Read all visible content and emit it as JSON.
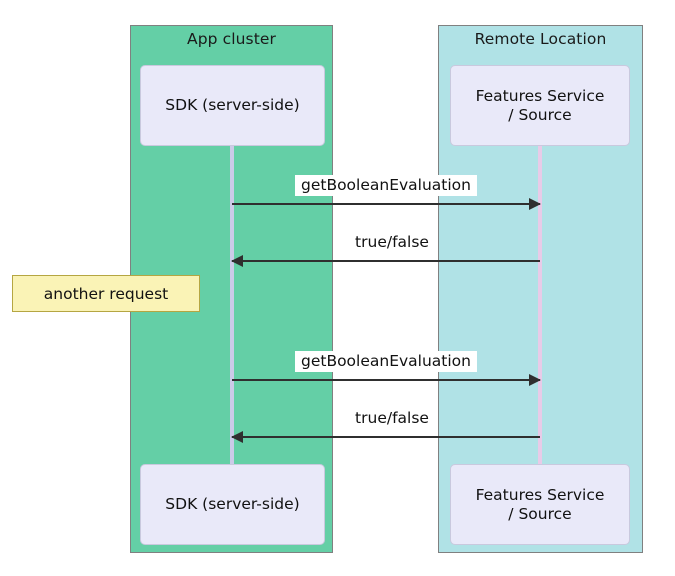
{
  "diagram": {
    "type": "sequence-diagram",
    "title": "",
    "groups": [
      {
        "id": "app-cluster",
        "label": "App cluster",
        "color": "#64CFA6"
      },
      {
        "id": "remote-location",
        "label": "Remote Location",
        "color": "#B0E2E6"
      }
    ],
    "participants": [
      {
        "id": "sdk",
        "label": "SDK (server-side)",
        "group": "app-cluster",
        "color": "#E9E9F9",
        "lifeline_color": "#CBCBE8"
      },
      {
        "id": "features-service",
        "label": "Features Service / Source",
        "label_line1": "Features Service",
        "label_line2": "/ Source",
        "group": "remote-location",
        "color": "#E9E9F9",
        "lifeline_color": "#E8CBE8"
      }
    ],
    "messages": [
      {
        "index": 1,
        "label": "getBooleanEvaluation",
        "from": "sdk",
        "to": "features-service",
        "direction": "right"
      },
      {
        "index": 2,
        "label": "true/false",
        "from": "features-service",
        "to": "sdk",
        "direction": "left"
      },
      {
        "index": 3,
        "label": "getBooleanEvaluation",
        "from": "sdk",
        "to": "features-service",
        "direction": "right"
      },
      {
        "index": 4,
        "label": "true/false",
        "from": "features-service",
        "to": "sdk",
        "direction": "left"
      }
    ],
    "notes": [
      {
        "id": "another-request",
        "label": "another request",
        "color": "#FAF3B6",
        "border_color": "#B5A642"
      }
    ],
    "colors": {
      "arrow": "#2f2f2f",
      "group_border": "#808080",
      "text": "#111111",
      "background": "#ffffff"
    }
  }
}
